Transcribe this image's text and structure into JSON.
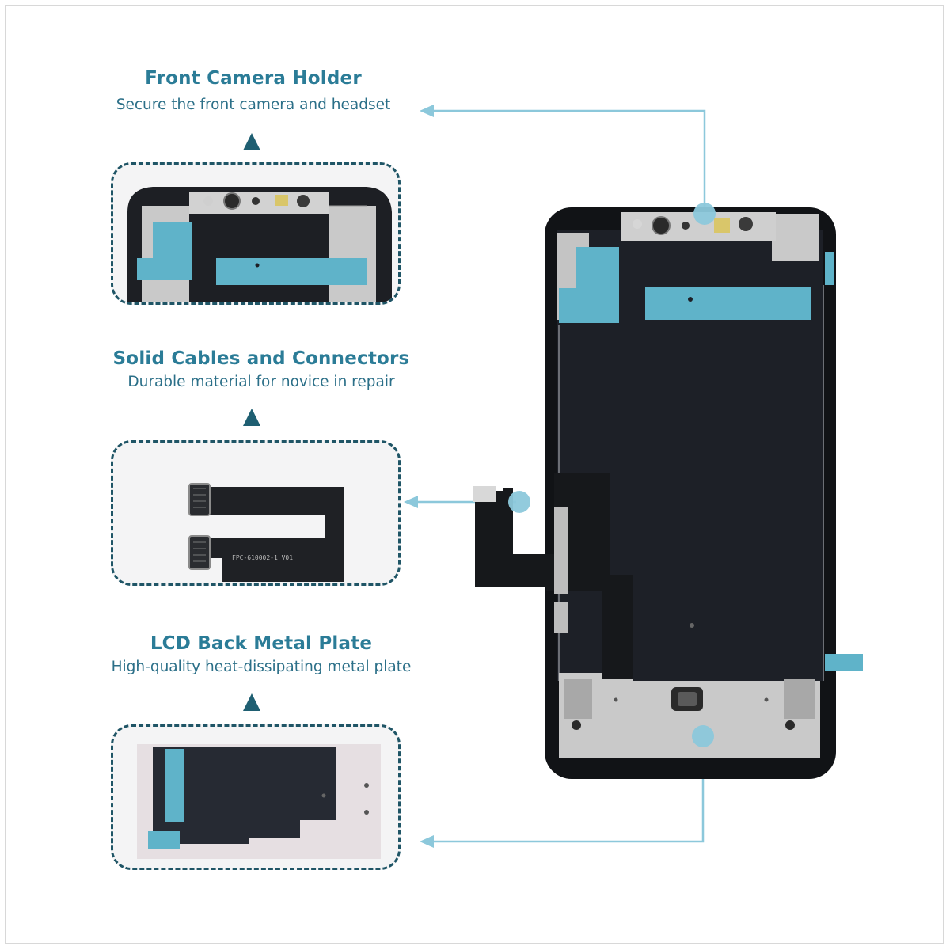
{
  "features": [
    {
      "title": "Front Camera Holder",
      "subtitle": "Secure the front camera and headset"
    },
    {
      "title": "Solid Cables and Connectors",
      "subtitle": "Durable material for novice in repair"
    },
    {
      "title": "LCD Back Metal Plate",
      "subtitle": "High-quality heat-dissipating metal plate"
    }
  ],
  "cable_marking": "FPC-610002-1 V01",
  "colors": {
    "title_blue": "#2b7c97",
    "leader_line": "#8cc8db",
    "panel_border": "#1f5566",
    "teal_tape": "#5fb3c9",
    "metal_plate": "#c9c9c9",
    "lcd_black": "#1d1f24"
  },
  "icons": [
    "up-arrow-icon",
    "left-arrow-icon",
    "callout-dot-icon"
  ]
}
